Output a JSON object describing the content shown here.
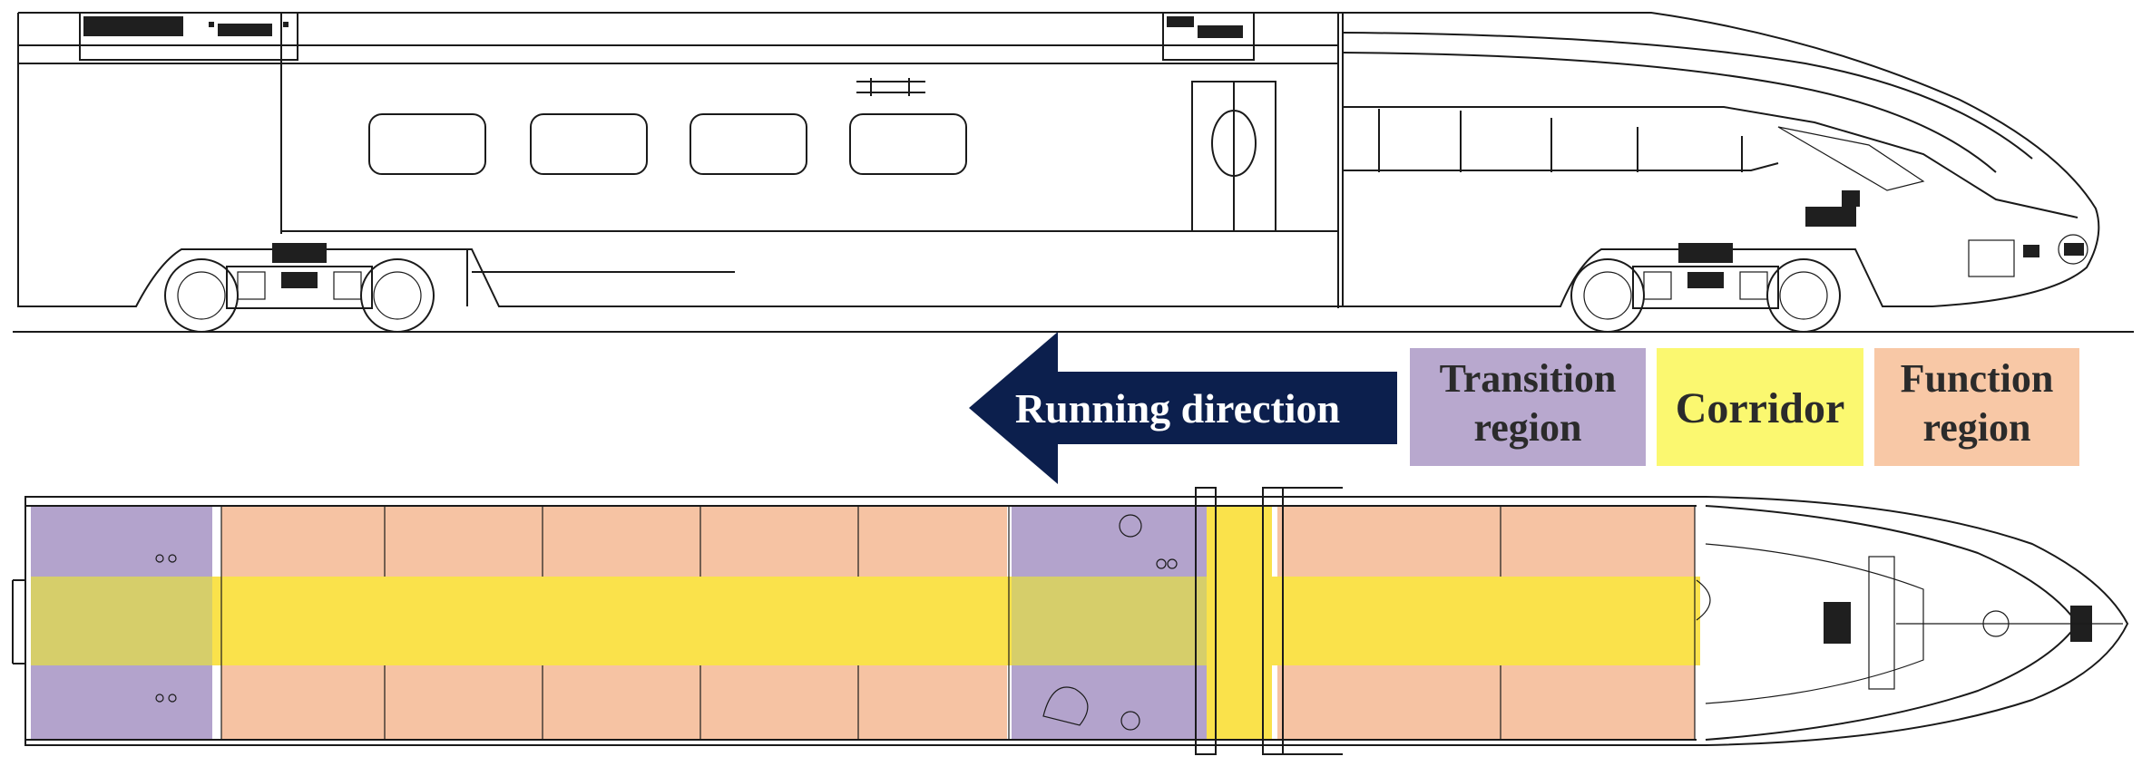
{
  "arrow": {
    "label": "Running direction",
    "color": "#0c1f4d",
    "text_color": "#ffffff"
  },
  "legend": [
    {
      "key": "transition",
      "lines": [
        "Transition",
        "region"
      ],
      "color": "#b8a8ce",
      "text_color": "#2b2b2b"
    },
    {
      "key": "corridor",
      "lines": [
        "Corridor"
      ],
      "color": "#fbf870",
      "text_color": "#2b2b2b"
    },
    {
      "key": "function",
      "lines": [
        "Function",
        "region"
      ],
      "color": "#f8c8a6",
      "text_color": "#2b2b2b"
    }
  ],
  "region_colors": {
    "transition": "#b3a3cc",
    "corridor": "#fae24b",
    "function": "#f6c3a3",
    "overlap": "#d6ce6a"
  },
  "line_color": "#1a1a1a"
}
